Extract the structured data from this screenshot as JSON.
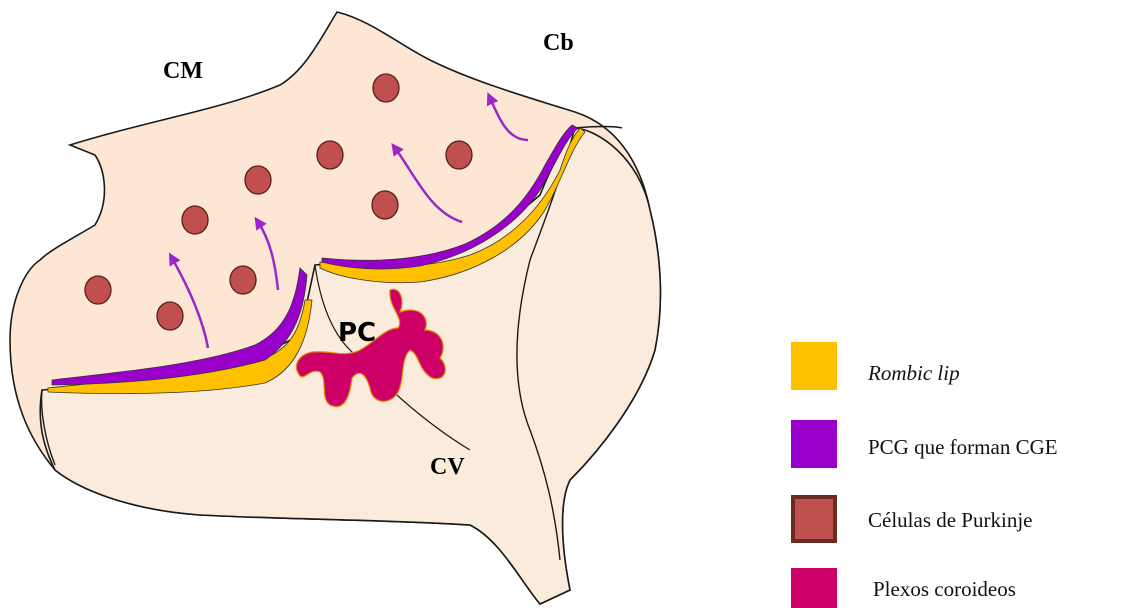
{
  "regions": {
    "cm": "CM",
    "cb": "Cb",
    "pc": "PC",
    "cv": "CV"
  },
  "legend": [
    {
      "label": "Rombic lip",
      "italic": true,
      "color": "#ffc000"
    },
    {
      "label": "PCG que forman CGE",
      "italic": false,
      "color": "#9900cc"
    },
    {
      "label": "Células de Purkinje",
      "italic": false,
      "color": "#c0504d",
      "border": "#6b2a24"
    },
    {
      "label": "Plexos coroideos",
      "italic": false,
      "color": "#cc0066"
    }
  ],
  "colors": {
    "tissue_light": "#fde6d3",
    "tissue_pale": "#fbebdc",
    "rombic_lip": "#ffc000",
    "pcg": "#9900cc",
    "purkinje": "#c0504d",
    "plexus": "#cc0066",
    "arrow": "#9b27c9"
  }
}
